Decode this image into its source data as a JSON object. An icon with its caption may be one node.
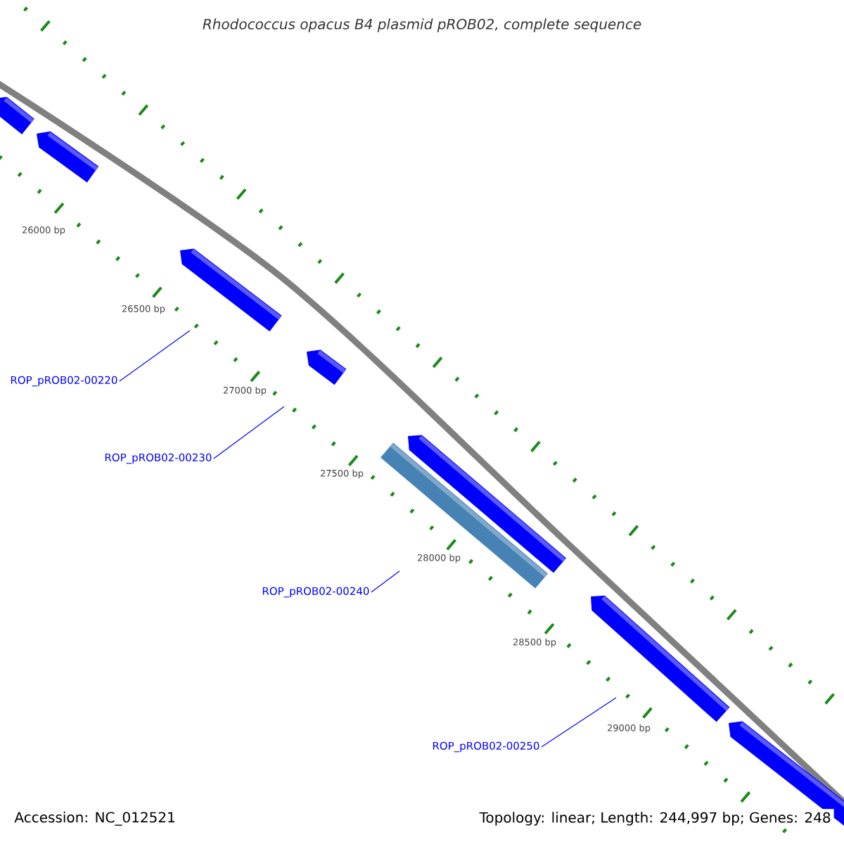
{
  "diagram": {
    "title": "Rhodococcus opacus B4 plasmid pROB02, complete sequence",
    "nodes": [
      {
        "text": [
          "ROP_pROB02-00220"
        ]
      },
      {
        "text": [
          "ROP_pROB02-00230"
        ]
      },
      {
        "text": [
          "ROP_pROB02-00240"
        ]
      },
      {
        "text": [
          "ROP_pROB02-00250"
        ]
      }
    ],
    "edges": [
      {
        "from": 0,
        "to": null,
        "arrow": "none"
      },
      {
        "from": 1,
        "to": null,
        "arrow": "none"
      },
      {
        "from": 2,
        "to": null,
        "arrow": "none"
      },
      {
        "from": 3,
        "to": null,
        "arrow": "none"
      }
    ],
    "labels": [
      "26000 bp",
      "26500 bp",
      "27000 bp",
      "27500 bp",
      "28000 bp",
      "28500 bp",
      "29000 bp",
      "Accession: NC_012521",
      "Topology: linear; Length: 244,997 bp; Genes: 248"
    ]
  }
}
